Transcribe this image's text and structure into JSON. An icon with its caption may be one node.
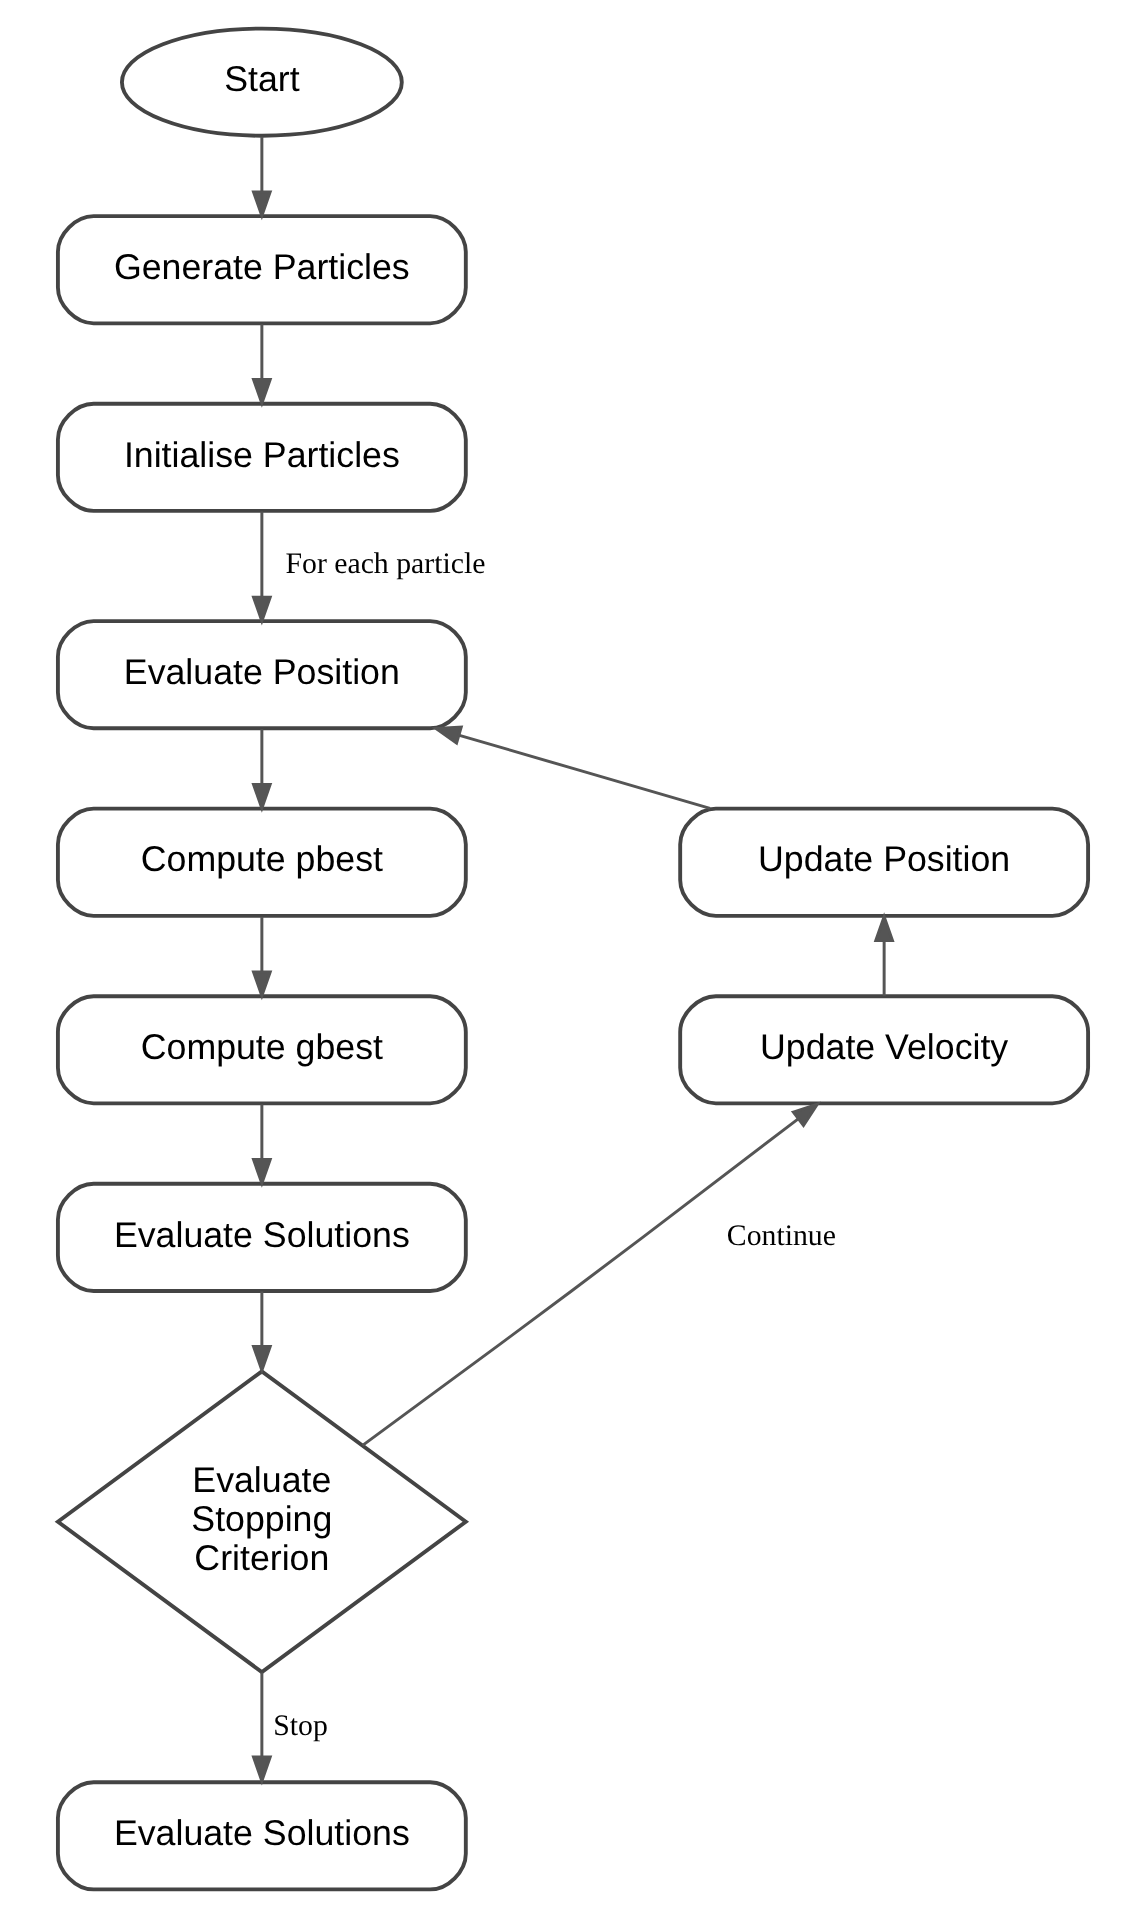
{
  "diagram": {
    "nodes": [
      {
        "text": [
          "Start"
        ]
      },
      {
        "text": [
          "Generate Particles"
        ]
      },
      {
        "text": [
          "Initialise Particles"
        ]
      },
      {
        "text": [
          "Evaluate Position"
        ]
      },
      {
        "text": [
          "Compute pbest"
        ]
      },
      {
        "text": [
          "Compute gbest"
        ]
      },
      {
        "text": [
          "Evaluate Solutions"
        ]
      },
      {
        "text": [
          "Evaluate Stopping Criterion"
        ]
      },
      {
        "text": [
          "Evaluate Solutions"
        ]
      },
      {
        "text": [
          "Update Velocity"
        ]
      },
      {
        "text": [
          "Update Position"
        ]
      }
    ],
    "edges": [
      {
        "from": 0,
        "to": 1,
        "arrow": "to"
      },
      {
        "from": 1,
        "to": 2,
        "arrow": "to"
      },
      {
        "from": 2,
        "to": 3,
        "arrow": "to",
        "label": "For each particle"
      },
      {
        "from": 3,
        "to": 4,
        "arrow": "to"
      },
      {
        "from": 4,
        "to": 5,
        "arrow": "to"
      },
      {
        "from": 5,
        "to": 6,
        "arrow": "to"
      },
      {
        "from": 6,
        "to": 7,
        "arrow": "to"
      },
      {
        "from": 7,
        "to": 8,
        "arrow": "to",
        "label": "Stop"
      },
      {
        "from": 7,
        "to": 9,
        "arrow": "to",
        "label": "Continue"
      },
      {
        "from": 9,
        "to": 10,
        "arrow": "to"
      },
      {
        "from": 10,
        "to": 3,
        "arrow": "to"
      }
    ]
  }
}
